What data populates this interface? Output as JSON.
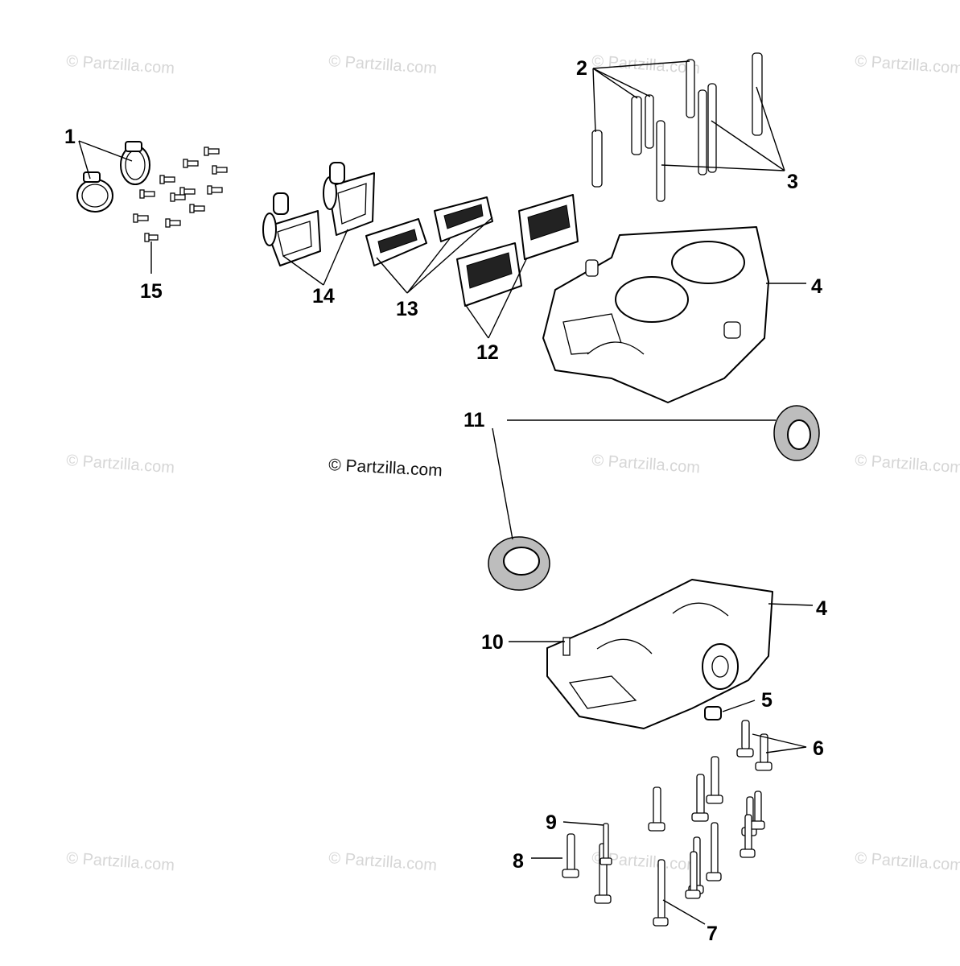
{
  "watermark": "© Partzilla.com",
  "copyright": "© Partzilla.com",
  "callouts": {
    "c1": "1",
    "c2": "2",
    "c3": "3",
    "c4a": "4",
    "c4b": "4",
    "c5": "5",
    "c6": "6",
    "c7": "7",
    "c8": "8",
    "c9": "9",
    "c10": "10",
    "c11": "11",
    "c12": "12",
    "c13": "13",
    "c14": "14",
    "c15": "15"
  }
}
